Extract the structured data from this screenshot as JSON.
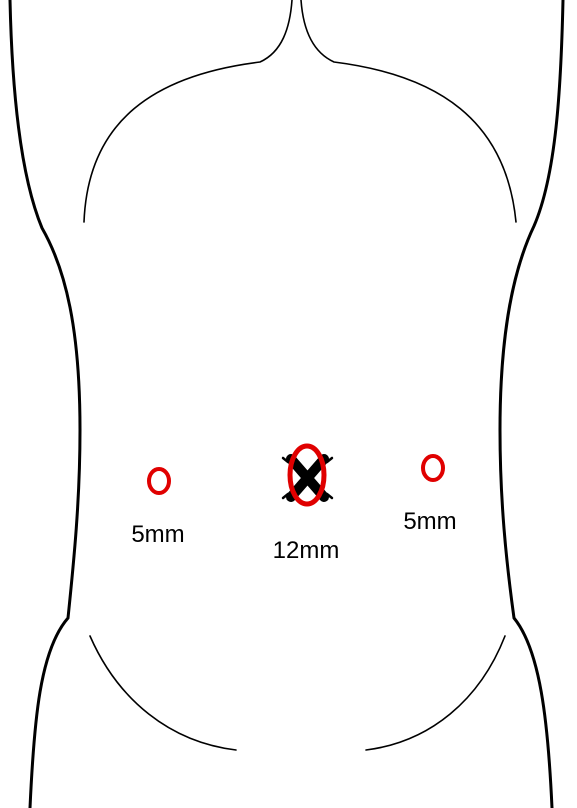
{
  "ports": {
    "left": {
      "label": "5mm"
    },
    "center": {
      "label": "12mm"
    },
    "right": {
      "label": "5mm"
    }
  },
  "colors": {
    "outline": "#000000",
    "port_marker": "#e00000",
    "incision_mark": "#000000",
    "background": "#ffffff"
  }
}
